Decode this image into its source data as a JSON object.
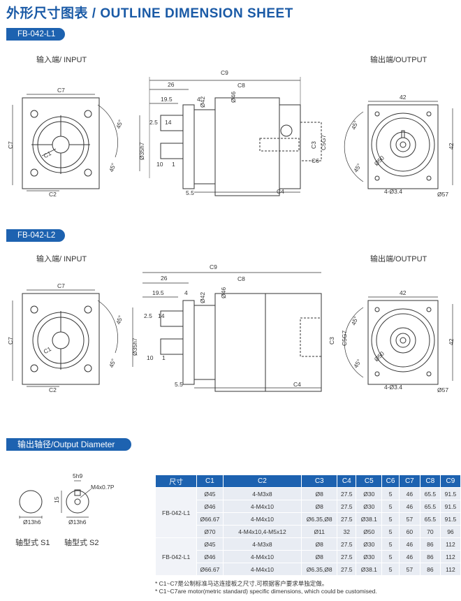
{
  "title": "外形尺寸图表 / OUTLINE DIMENSION SHEET",
  "sections": [
    {
      "badge": "FB-042-L1",
      "input_label": "输入端/ INPUT",
      "output_label": "输出端/OUTPUT"
    },
    {
      "badge": "FB-042-L2",
      "input_label": "输入端/ INPUT",
      "output_label": "输出端/OUTPUT"
    }
  ],
  "drawing": {
    "c7": "C7",
    "c1": "C1",
    "c2": "C2",
    "c9": "C9",
    "c8": "C8",
    "c4": "C4",
    "c5": "C5G7",
    "c6": "C6",
    "c3": "C3",
    "d26": "26",
    "d19_5": "19.5",
    "d4": "4",
    "d42": "Ø42",
    "d46": "Ø46",
    "d35": "Ø35h7",
    "d2_5": "2.5",
    "d14": "14",
    "d10": "10",
    "d1": "1",
    "d5_5": "5.5",
    "a45": "45°",
    "o42": "42",
    "o50": "Ø50",
    "o57": "Ø57",
    "o4": "4-Ø3.4"
  },
  "shaft_section": {
    "badge": "输出轴径/Output Diameter",
    "s1_label": "轴型式 S1",
    "s2_label": "轴型式 S2",
    "d13": "Ø13h6",
    "len15": "15",
    "key": "5h9",
    "thread": "M4x0.7P"
  },
  "table": {
    "headers": [
      "尺寸",
      "C1",
      "C2",
      "C3",
      "C4",
      "C5",
      "C6",
      "C7",
      "C8",
      "C9"
    ],
    "groups": [
      {
        "model": "FB-042-L1",
        "rows": [
          [
            "Ø45",
            "4-M3x8",
            "Ø8",
            "27.5",
            "Ø30",
            "5",
            "46",
            "65.5",
            "91.5"
          ],
          [
            "Ø46",
            "4-M4x10",
            "Ø8",
            "27.5",
            "Ø30",
            "5",
            "46",
            "65.5",
            "91.5"
          ],
          [
            "Ø66.67",
            "4-M4x10",
            "Ø6.35,Ø8",
            "27.5",
            "Ø38.1",
            "5",
            "57",
            "65.5",
            "91.5"
          ],
          [
            "Ø70",
            "4-M4x10,4-M5x12",
            "Ø11",
            "32",
            "Ø50",
            "5",
            "60",
            "70",
            "96"
          ]
        ]
      },
      {
        "model": "FB-042-L1",
        "rows": [
          [
            "Ø45",
            "4-M3x8",
            "Ø8",
            "27.5",
            "Ø30",
            "5",
            "46",
            "86",
            "112"
          ],
          [
            "Ø46",
            "4-M4x10",
            "Ø8",
            "27.5",
            "Ø30",
            "5",
            "46",
            "86",
            "112"
          ],
          [
            "Ø66.67",
            "4-M4x10",
            "Ø6.35,Ø8",
            "27.5",
            "Ø38.1",
            "5",
            "57",
            "86",
            "112"
          ]
        ]
      }
    ]
  },
  "notes": [
    "* C1~C7是公制标准马达连接板之尺寸,可根据客户要求单独定做。",
    "* C1~C7are motor(metric standard)  specific dimensions, which could be customised."
  ],
  "colors": {
    "brand": "#1d62b0",
    "title": "#1a5aa6",
    "table_bg": "#e8ecf3"
  }
}
